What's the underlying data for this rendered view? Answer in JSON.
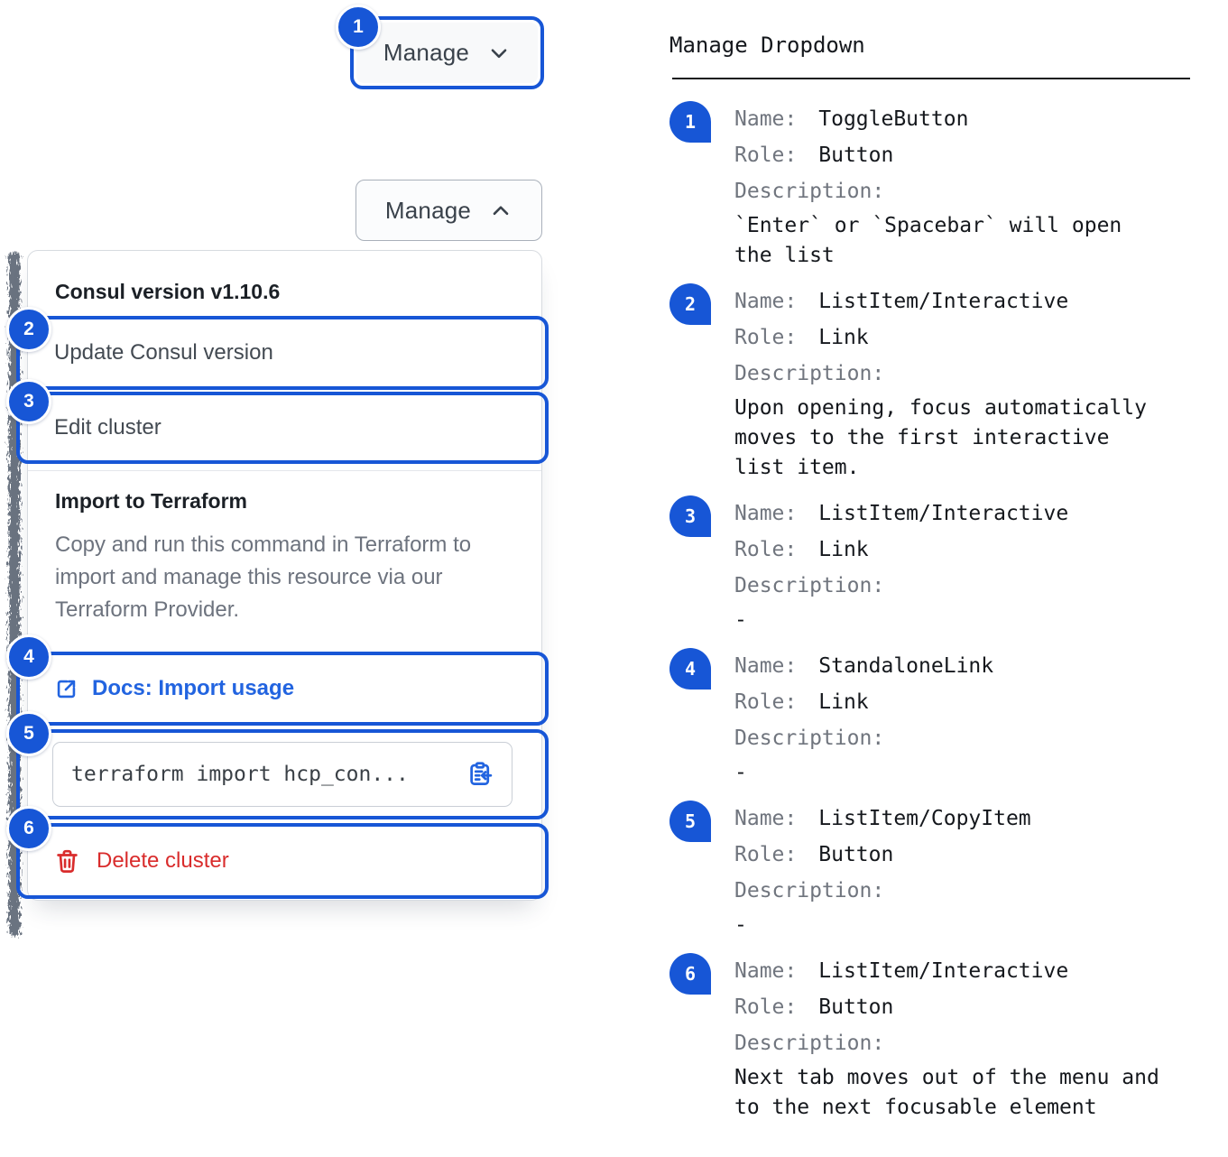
{
  "colors": {
    "annotation_blue": "#1756d6",
    "link_blue": "#2264e0",
    "danger_red": "#d92c2c"
  },
  "toggle_button": {
    "label": "Manage"
  },
  "open_button": {
    "label": "Manage"
  },
  "menu": {
    "version_header": "Consul version v1.10.6",
    "update_item": "Update Consul version",
    "edit_item": "Edit cluster",
    "import_section": {
      "title": "Import to Terraform",
      "description": "Copy and run this command in Terraform to import and manage this resource via our Terraform Provider.",
      "docs_link": "Docs: Import usage",
      "code": "terraform import hcp_con..."
    },
    "delete_item": "Delete cluster"
  },
  "spec": {
    "title": "Manage Dropdown",
    "labels": {
      "name": "Name:",
      "role": "Role:",
      "description": "Description:"
    },
    "items": [
      {
        "num": "1",
        "name": "ToggleButton",
        "role": "Button",
        "description": "`Enter` or `Spacebar` will open the list"
      },
      {
        "num": "2",
        "name": "ListItem/Interactive",
        "role": "Link",
        "description": "Upon opening, focus automatically moves to the first interactive list item."
      },
      {
        "num": "3",
        "name": "ListItem/Interactive",
        "role": "Link",
        "description": "-"
      },
      {
        "num": "4",
        "name": "StandaloneLink",
        "role": "Link",
        "description": "-"
      },
      {
        "num": "5",
        "name": "ListItem/CopyItem",
        "role": "Button",
        "description": "-"
      },
      {
        "num": "6",
        "name": "ListItem/Interactive",
        "role": "Button",
        "description": "Next tab moves out of the menu and to the next focusable element"
      }
    ]
  }
}
